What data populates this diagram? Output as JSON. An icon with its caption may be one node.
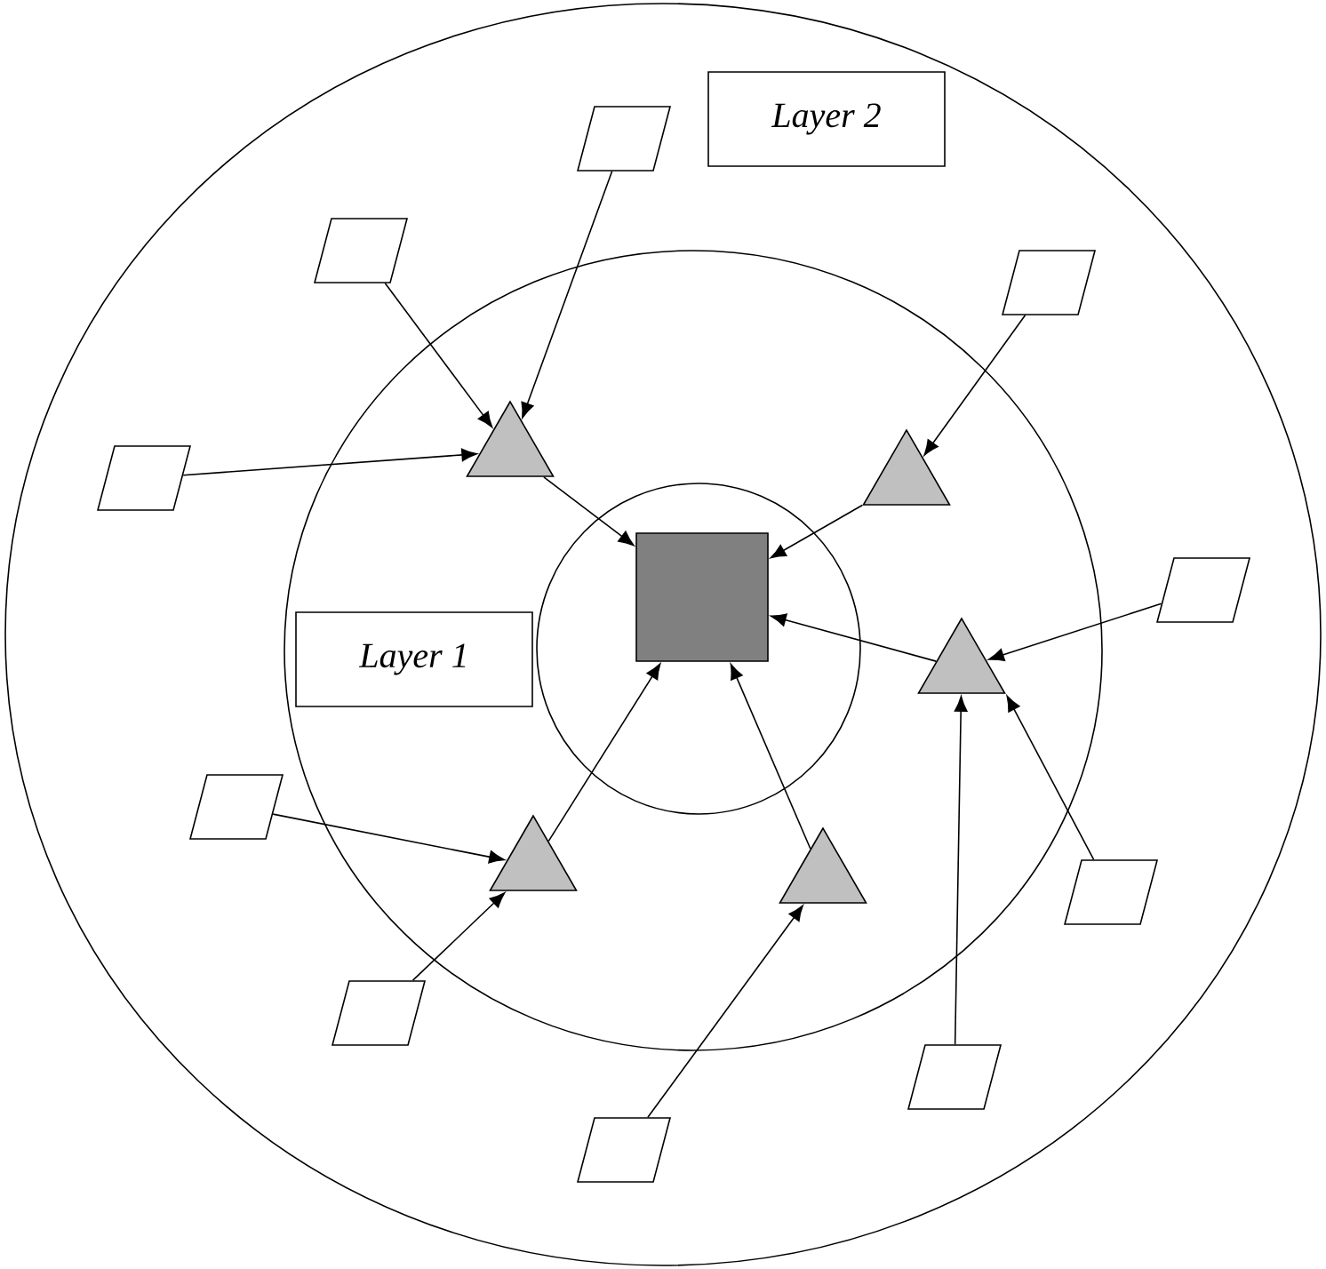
{
  "diagram": {
    "nodes": [
      {
        "text": [],
        "shape": "circle"
      },
      {
        "text": [],
        "shape": "circle",
        "in": 0
      },
      {
        "text": [],
        "shape": "circle",
        "in": 1
      },
      {
        "text": [
          "Layer 2"
        ],
        "in": 0
      },
      {
        "text": [
          "Layer 1"
        ],
        "in": 1
      },
      {
        "text": [],
        "shape": "box",
        "in": 2
      },
      {
        "text": [],
        "shape": "triangle",
        "in": 1
      },
      {
        "text": [],
        "shape": "triangle",
        "in": 1
      },
      {
        "text": [],
        "shape": "triangle",
        "in": 1
      },
      {
        "text": [],
        "shape": "triangle",
        "in": 1
      },
      {
        "text": [],
        "shape": "triangle",
        "in": 1
      },
      {
        "text": [],
        "shape": "parallelogram",
        "in": 0
      },
      {
        "text": [],
        "shape": "parallelogram",
        "in": 0
      },
      {
        "text": [],
        "shape": "parallelogram",
        "in": 0
      },
      {
        "text": [],
        "shape": "parallelogram",
        "in": 0
      },
      {
        "text": [],
        "shape": "parallelogram",
        "in": 0
      },
      {
        "text": [],
        "shape": "parallelogram",
        "in": 0
      },
      {
        "text": [],
        "shape": "parallelogram",
        "in": 0
      },
      {
        "text": [],
        "shape": "parallelogram",
        "in": 0
      },
      {
        "text": [],
        "shape": "parallelogram",
        "in": 0
      },
      {
        "text": [],
        "shape": "parallelogram",
        "in": 0
      }
    ],
    "edges": [
      {
        "from": 11,
        "to": 6,
        "arrow": "to"
      },
      {
        "from": 13,
        "to": 6,
        "arrow": "to"
      },
      {
        "from": 15,
        "to": 6,
        "arrow": "to"
      },
      {
        "from": 18,
        "to": 7,
        "arrow": "to"
      },
      {
        "from": 20,
        "to": 8,
        "arrow": "to"
      },
      {
        "from": 19,
        "to": 8,
        "arrow": "to"
      },
      {
        "from": 17,
        "to": 8,
        "arrow": "to"
      },
      {
        "from": 12,
        "to": 9,
        "arrow": "to"
      },
      {
        "from": 14,
        "to": 9,
        "arrow": "to"
      },
      {
        "from": 16,
        "to": 10,
        "arrow": "to"
      },
      {
        "from": 6,
        "to": 5,
        "arrow": "to"
      },
      {
        "from": 7,
        "to": 5,
        "arrow": "to"
      },
      {
        "from": 8,
        "to": 5,
        "arrow": "to"
      },
      {
        "from": 9,
        "to": 5,
        "arrow": "to"
      },
      {
        "from": 10,
        "to": 5,
        "arrow": "to"
      }
    ]
  }
}
